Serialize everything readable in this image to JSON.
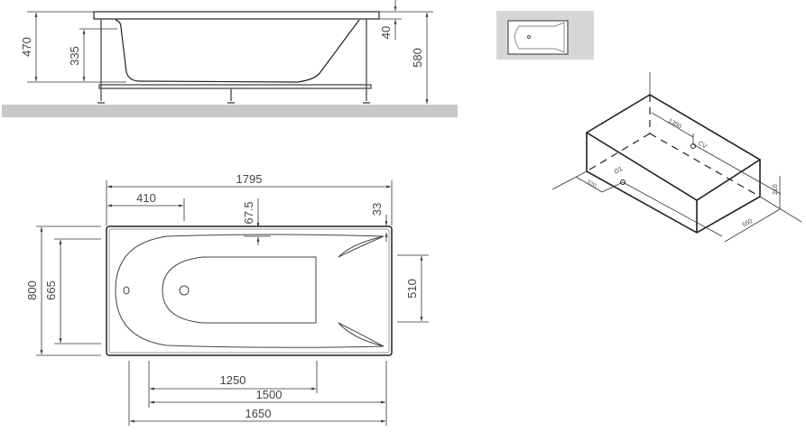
{
  "side_view": {
    "dims": {
      "total_height": "470",
      "inner_depth": "335",
      "rim": "40",
      "overall_height": "580"
    }
  },
  "plan_view": {
    "dims": {
      "length": "1795",
      "drain_offset": "410",
      "rim_offset": "67.5",
      "corner": "33",
      "width": "800",
      "inner_width": "665",
      "end_width": "510",
      "inner_length": "1250",
      "bottom_length": "1500",
      "base_length": "1650"
    }
  },
  "iso_view": {
    "dims": {
      "overflow_distance": "1350",
      "drain_offset": "370",
      "height": "210",
      "width": "550"
    },
    "labels": {
      "overflow": "CV",
      "drain": "O1"
    }
  },
  "colors": {
    "floor": "#c8c8c8",
    "line": "#333333"
  }
}
